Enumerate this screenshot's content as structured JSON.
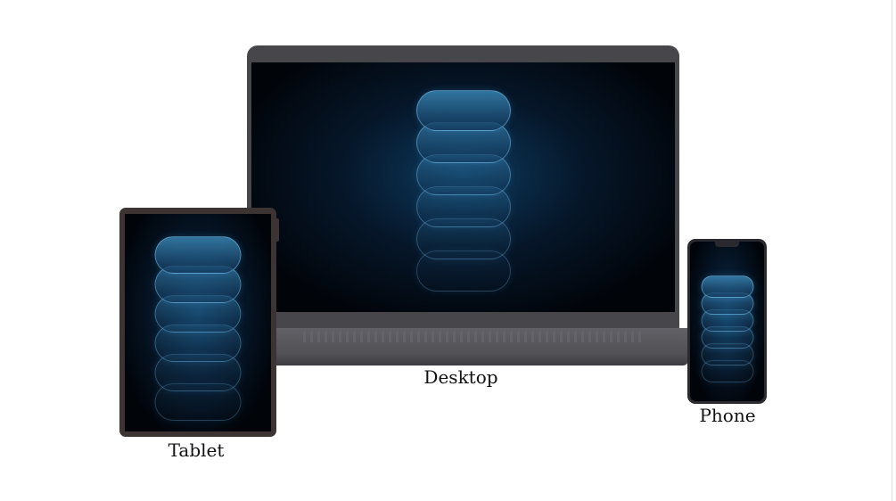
{
  "labels": {
    "desktop": "Desktop",
    "tablet": "Tablet",
    "phone": "Phone"
  },
  "colors": {
    "laptop_lid": "#47474b",
    "laptop_base": "#5b5b60",
    "tablet_frame": "#3b3432",
    "phone_frame": "#2a2a2e",
    "pill_top": "#3a86b5",
    "pill_bottom": "#0a1d33"
  },
  "icons": {
    "stack": "stacked-pills-icon"
  }
}
